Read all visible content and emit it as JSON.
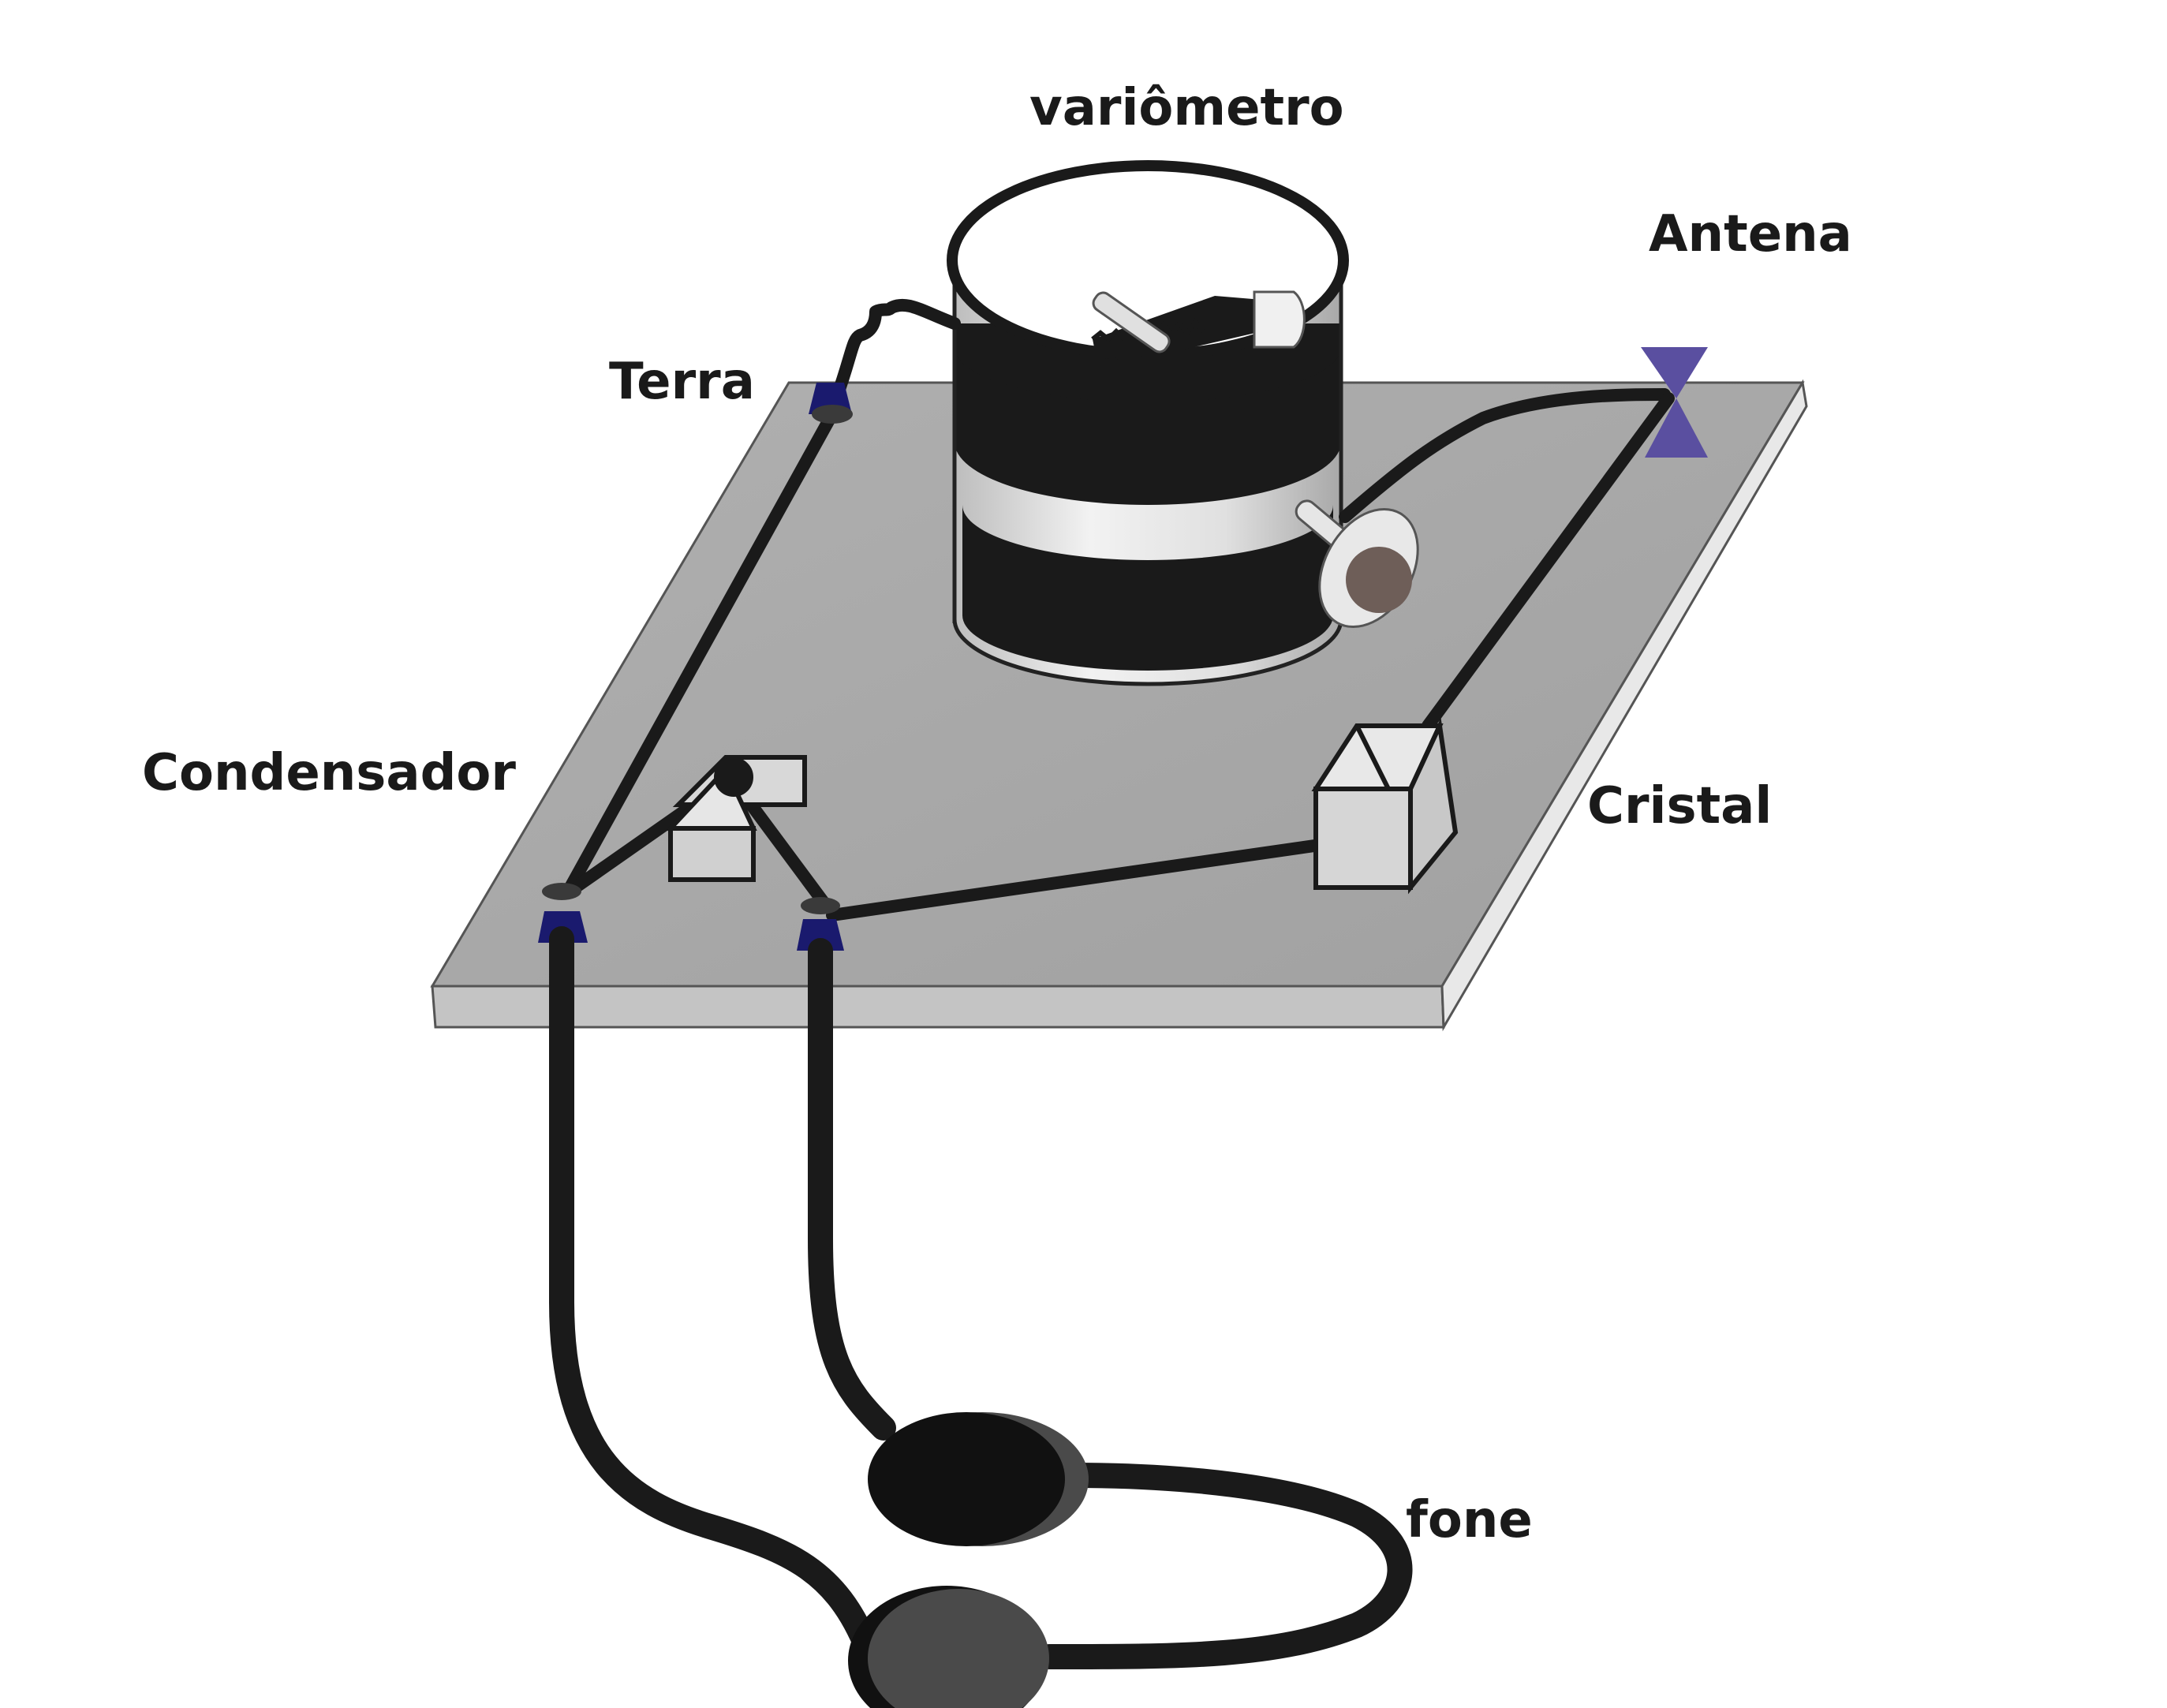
{
  "labels": {
    "variometro": "variômetro",
    "antena": "Antena",
    "terra": "Terra",
    "condensador": "Condensador",
    "cristal": "Cristal",
    "fone": "fone"
  },
  "colors": {
    "board_top": "#a6a6a6",
    "board_edge": "#c8c8c8",
    "wire": "#1a1a1a",
    "terminal": "#1a1a6e",
    "antenna_terminal": "#5a4fa0",
    "coil_light": "#e6e6e6",
    "earpiece_dark": "#1a1a1a",
    "earpiece_gray": "#4a4a4a"
  }
}
